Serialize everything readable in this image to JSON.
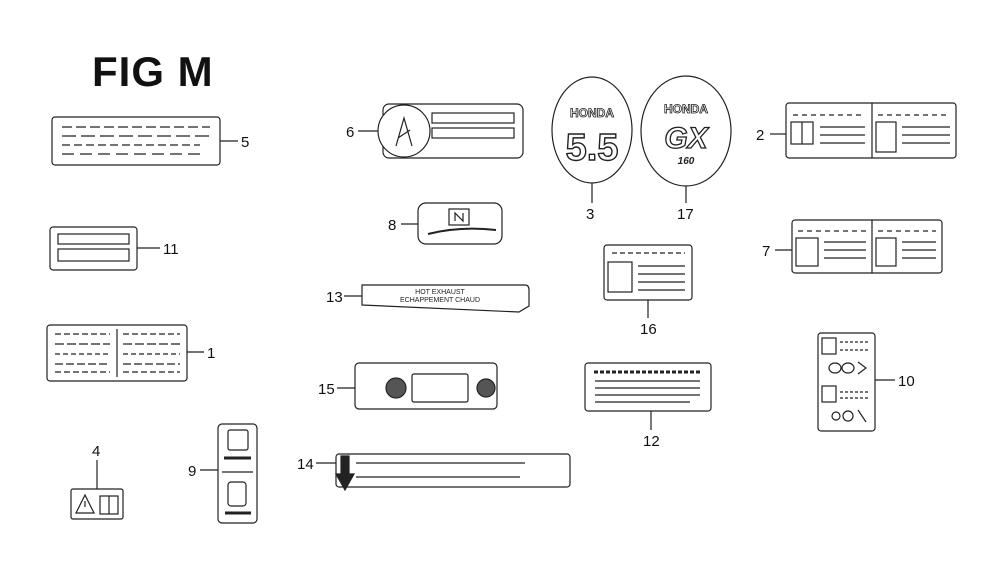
{
  "figure": {
    "title": "FIG M",
    "callouts": [
      {
        "id": "5",
        "label": "5"
      },
      {
        "id": "11",
        "label": "11"
      },
      {
        "id": "1",
        "label": "1"
      },
      {
        "id": "4",
        "label": "4"
      },
      {
        "id": "9",
        "label": "9"
      },
      {
        "id": "6",
        "label": "6"
      },
      {
        "id": "8",
        "label": "8"
      },
      {
        "id": "13",
        "label": "13"
      },
      {
        "id": "15",
        "label": "15"
      },
      {
        "id": "14",
        "label": "14"
      },
      {
        "id": "3",
        "label": "3"
      },
      {
        "id": "17",
        "label": "17"
      },
      {
        "id": "16",
        "label": "16"
      },
      {
        "id": "12",
        "label": "12"
      },
      {
        "id": "2",
        "label": "2"
      },
      {
        "id": "7",
        "label": "7"
      },
      {
        "id": "10",
        "label": "10"
      }
    ],
    "label_text": {
      "exhaust_line1": "HOT  EXHAUST",
      "exhaust_line2": "ECHAPPEMENT CHAUD",
      "emblem_brand": "HONDA",
      "emblem_size": "5.5",
      "gx_brand": "HONDA",
      "gx_logo": "GX",
      "gx_model": "160"
    }
  },
  "colors": {
    "line": "#222222",
    "fill": "#ffffff",
    "shade": "#d9d9d9",
    "dark": "#333333"
  }
}
